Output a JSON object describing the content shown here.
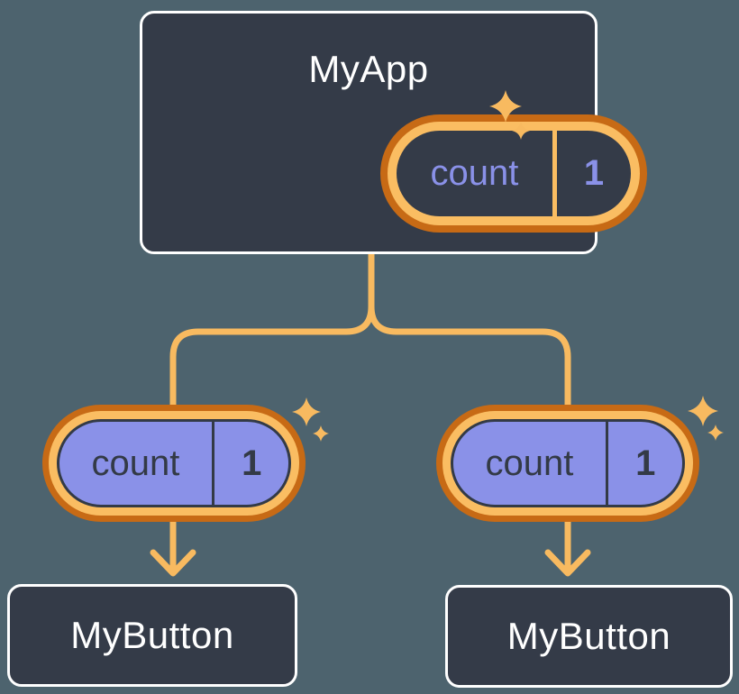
{
  "diagram": {
    "root": {
      "title": "MyApp",
      "state": {
        "name": "count",
        "value": "1"
      }
    },
    "children": [
      {
        "title": "MyButton",
        "state": {
          "name": "count",
          "value": "1"
        }
      },
      {
        "title": "MyButton",
        "state": {
          "name": "count",
          "value": "1"
        }
      }
    ]
  },
  "colors": {
    "background": "#4D636E",
    "node-fill": "#343B48",
    "node-border": "#FFFFFF",
    "state-purple": "#8A91E8",
    "state-text-dark": "#333A46",
    "ring-orange-dark": "#C76A15",
    "ring-orange-light": "#FABD62",
    "connector": "#F8BA60",
    "title-text": "#FFFFFF"
  }
}
